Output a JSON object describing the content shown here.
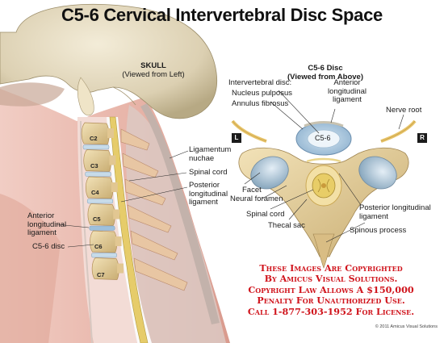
{
  "title": "C5-6 Cervical Intervertebral Disc Space",
  "left_view": {
    "caption_line1": "SKULL",
    "caption_line2": "(Viewed from Left)",
    "vertebrae": [
      "C2",
      "C3",
      "C4",
      "C5",
      "C6",
      "C7"
    ],
    "labels": {
      "ligamentum_nuchae": [
        "Ligamentum",
        "nuchae"
      ],
      "spinal_cord": "Spinal cord",
      "posterior_ligament": [
        "Posterior",
        "longitudinal",
        "ligament"
      ],
      "anterior_ligament": [
        "Anterior",
        "longitudinal",
        "ligament"
      ],
      "c56_disc": "C5-6 disc"
    }
  },
  "right_view": {
    "caption_line1": "C5-6 Disc",
    "caption_line2": "(Viewed from Above)",
    "left_marker": "L",
    "right_marker": "R",
    "disc_label": "C5-6",
    "labels": {
      "intervertebral_disc": "Intervertebral disc:",
      "nucleus_pulposus": "Nucleus pulposus",
      "annulus_fibrosus": "Annulus fibrosus",
      "anterior_ligament": [
        "Anterior",
        "longitudinal",
        "ligament"
      ],
      "nerve_root": "Nerve root",
      "facet": "Facet",
      "neural_foramen": "Neural foramen",
      "spinal_cord": "Spinal cord",
      "thecal_sac": "Thecal sac",
      "posterior_ligament": [
        "Posterior longitudinal",
        "ligament"
      ],
      "spinous_process": "Spinous process"
    }
  },
  "copyright": [
    "These Images Are Copyrighted",
    "By Amicus Visual Solutions.",
    "Copyright Law Allows A $150,000",
    "Penalty For Unauthorized Use.",
    "Call 1-877-303-1952 For License."
  ],
  "credit": "© 2011 Amicus Visual Solutions",
  "colors": {
    "copyright_red": "#d0141c",
    "skin": "#e9b8ac",
    "bone": "#e8d3a0",
    "disc_blue": "#a9c8e0",
    "cord_yellow": "#e9cf6b"
  }
}
